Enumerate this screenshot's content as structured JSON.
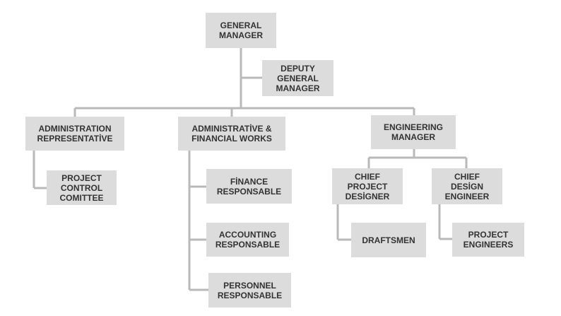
{
  "org_chart": {
    "general_manager": "GENERAL\nMANAGER",
    "deputy_general_manager": "DEPUTY\nGENERAL\nMANAGER",
    "administration_representative": "ADMINISTRATION\nREPRESENTATİVE",
    "administrative_financial_works": "ADMINISTRATİVE &\nFINANCIAL WORKS",
    "engineering_manager": "ENGINEERING\nMANAGER",
    "project_control_comittee": "PROJECT\nCONTROL\nCOMITTEE",
    "finance_responsable": "FİNANCE\nRESPONSABLE",
    "accounting_responsable": "ACCOUNTING\nRESPONSABLE",
    "personnel_responsable": "PERSONNEL\nRESPONSABLE",
    "chief_project_designer": "CHIEF\nPROJECT\nDESİGNER",
    "chief_design_engineer": "CHIEF\nDESİGN\nENGINEER",
    "draftsmen": "DRAFTSMEN",
    "project_engineers": "PROJECT\nENGINEERS"
  },
  "colors": {
    "box": "#dcdcdc",
    "line": "#b9b9b9",
    "text": "#333333"
  }
}
